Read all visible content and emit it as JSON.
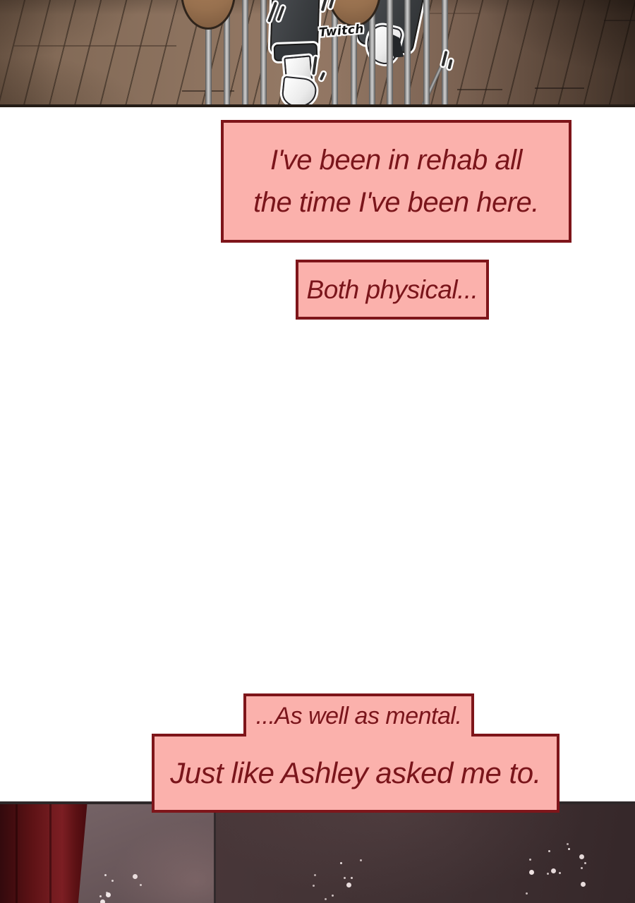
{
  "page": {
    "title": "Webtoon episode strip"
  },
  "panel_top": {
    "description": "Wooden floor seen from above; a character's legs in dark pants and white socks stand behind vertical metal railing bars; two brown bear paws in the foreground",
    "sfx": "Twitch"
  },
  "dialogue": {
    "b1l1": "I've been in rehab all",
    "b1l2": "the time I've been here.",
    "b2": "Both physical...",
    "b3": "...As well as mental.",
    "b4": "Just like Ashley asked me to."
  },
  "panel_bottom": {
    "description": "Dark room with a deep-red curtain on the left and dust speckles in the shadows"
  },
  "colors": {
    "bubble_fill": "#fbb1ac",
    "bubble_border": "#7e151a",
    "bubble_text": "#7a151b",
    "floor_wood": "#8d7260",
    "railing_metal": "#b9b9b9",
    "curtain_red": "#701a1e",
    "dark_room": "#443435",
    "panel_border": "#241c16"
  }
}
